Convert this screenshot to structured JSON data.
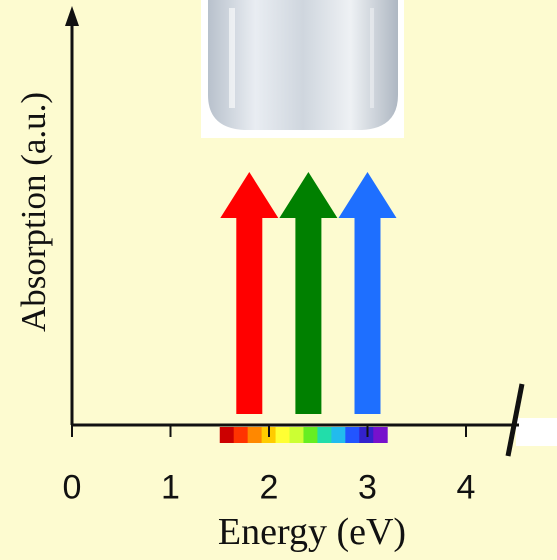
{
  "axes": {
    "ylabel": "Absorption (a.u.)",
    "xlabel": "Energy (eV)",
    "x_ticks": [
      "0",
      "1",
      "2",
      "3",
      "4"
    ],
    "x_range": [
      0,
      4.5
    ]
  },
  "arrows": [
    {
      "color": "#ff0000",
      "energy_ev": 1.8
    },
    {
      "color": "#008000",
      "energy_ev": 2.4
    },
    {
      "color": "#1e6fff",
      "energy_ev": 3.0
    }
  ],
  "spectrum_bar": {
    "from_ev": 1.5,
    "to_ev": 3.2,
    "colors": [
      "#cc0000",
      "#ff3300",
      "#ff8800",
      "#ffcc00",
      "#ffff33",
      "#ccff33",
      "#66ee22",
      "#22ddaa",
      "#22bbee",
      "#2255ff",
      "#3322cc",
      "#7711cc"
    ]
  },
  "colors": {
    "background": "#fdfbd0",
    "axis": "#111111",
    "vial": "#d8dde4"
  }
}
